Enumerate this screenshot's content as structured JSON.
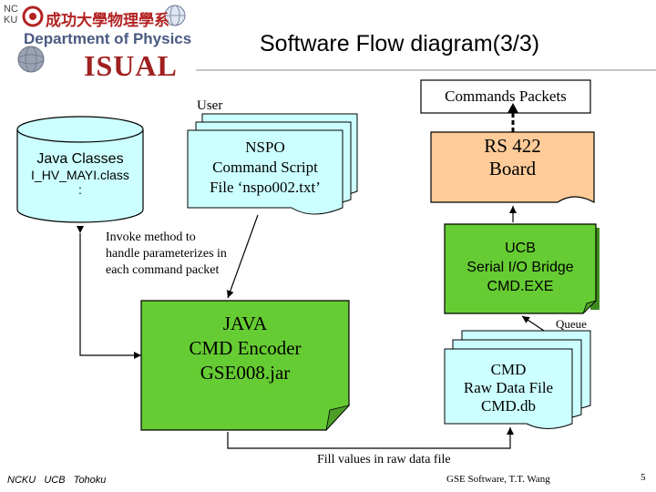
{
  "header": {
    "logo_chinese": "成功大學物理學系",
    "logo_department": "Department of Physics",
    "logo_isual": "ISUAL",
    "logo_side_letters": "NCKU",
    "title": "Software Flow diagram(3/3)"
  },
  "diagram": {
    "user_label": "User",
    "java_classes": {
      "title": "Java Classes",
      "line2": "I_HV_MAYI.class",
      "line3": ":"
    },
    "nspo_script": {
      "line1": "NSPO",
      "line2": "Command Script",
      "line3": "File ‘nspo002.txt’"
    },
    "invoke_note": {
      "line1": "Invoke method to",
      "line2": "handle parameterizes in",
      "line3": "each command packet"
    },
    "java_encoder": {
      "line1": "JAVA",
      "line2": "CMD Encoder",
      "line3": "GSE008.jar"
    },
    "commands_packets": "Commands Packets",
    "rs422_board": {
      "line1": "RS 422",
      "line2": "Board"
    },
    "ucb_bridge": {
      "line1": "UCB",
      "line2": "Serial I/O Bridge",
      "line3": "CMD.EXE"
    },
    "queue_label": "Queue",
    "cmd_raw_file": {
      "line1": "CMD",
      "line2": "Raw Data File",
      "line3": "CMD.db"
    },
    "fill_values_label": "Fill values in raw data file"
  },
  "footer": {
    "left": "NCKU   UCB   Tohoku",
    "center": "GSE Software, T.T. Wang",
    "page_number": "5"
  },
  "colors": {
    "cylinder_fill": "#ccffff",
    "doc_fill": "#ccffff",
    "green_fill": "#66cc33",
    "orange_fill": "#ffcc99",
    "title_rule": "#b0b0b0"
  }
}
